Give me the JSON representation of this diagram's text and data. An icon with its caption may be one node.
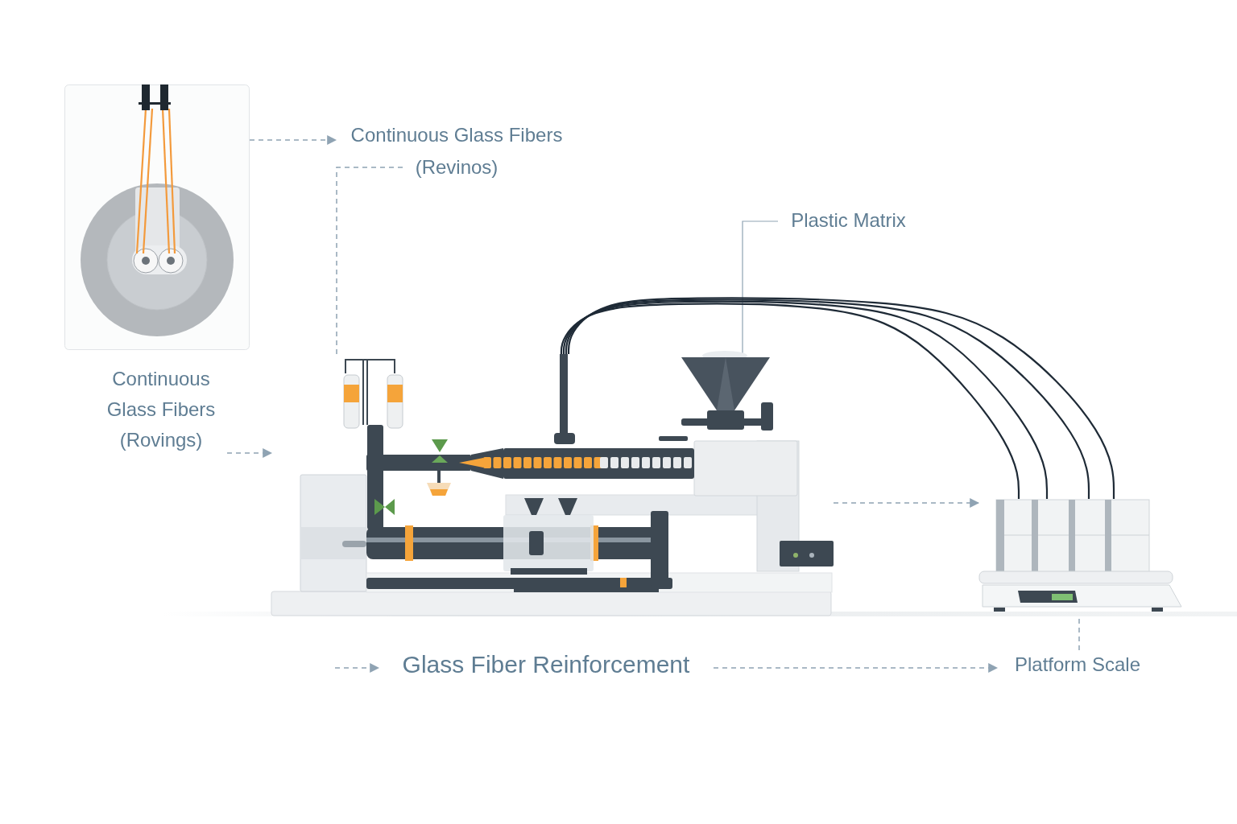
{
  "diagram": {
    "nodes": [
      {
        "text": [],
        "shape": "picture"
      },
      {
        "text": [
          "Continuous Glass Fibers (Revinos)"
        ]
      },
      {
        "text": [
          "Plastic Matrix"
        ]
      },
      {
        "text": [],
        "shape": "picture"
      },
      {
        "text": [
          "Continuous Glass Fibers (Rovings)"
        ]
      },
      {
        "text": [],
        "shape": "picture"
      },
      {
        "text": [
          "Platform Scale"
        ]
      },
      {
        "text": [
          "Glass Fiber Reinforcement"
        ]
      }
    ],
    "edges": [
      {
        "from": 0,
        "to": 1,
        "arrow": "to",
        "style": "dashed"
      },
      {
        "from": 1,
        "to": 3,
        "arrow": "none",
        "style": "dashed"
      },
      {
        "from": 2,
        "to": 3,
        "arrow": "none"
      },
      {
        "from": 4,
        "to": 3,
        "arrow": "to",
        "style": "dashed"
      },
      {
        "from": 3,
        "to": 5,
        "arrow": "to",
        "style": "dashed"
      },
      {
        "from": 3,
        "to": 5,
        "arrow": "none",
        "color": "#1e2a36"
      },
      {
        "from": 3,
        "to": 5,
        "arrow": "none",
        "color": "#1e2a36"
      },
      {
        "from": 3,
        "to": 5,
        "arrow": "none",
        "color": "#1e2a36"
      },
      {
        "from": 3,
        "to": 5,
        "arrow": "none",
        "color": "#1e2a36"
      },
      {
        "from": null,
        "to": 7,
        "arrow": "to",
        "style": "dashed"
      },
      {
        "from": 7,
        "to": 6,
        "arrow": "to",
        "style": "dashed"
      },
      {
        "from": 6,
        "to": 5,
        "arrow": "none",
        "style": "dashed"
      }
    ]
  }
}
